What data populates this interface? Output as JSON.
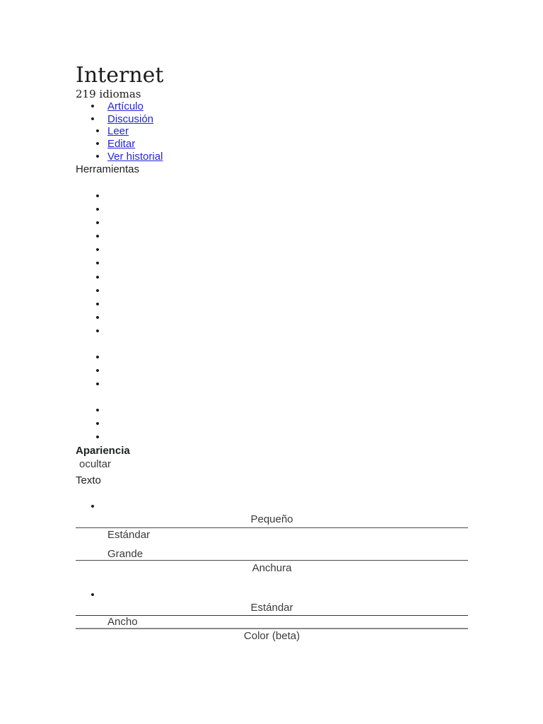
{
  "page": {
    "title": "Internet",
    "languages_label": "219 idiomas"
  },
  "nav": {
    "namespace_links": [
      "Artículo",
      "Discusión"
    ],
    "view_links": [
      "Leer",
      "Editar",
      "Ver historial"
    ]
  },
  "tools": {
    "label": "Herramientas",
    "empty_bullet_groups": [
      11,
      3,
      3
    ]
  },
  "appearance": {
    "heading": "Apariencia",
    "hide_label": "ocultar",
    "text_section": {
      "label": "Texto",
      "empty_bullets": 1,
      "options": [
        "Pequeño",
        "Estándar",
        "Grande"
      ]
    },
    "width_section": {
      "label": "Anchura",
      "empty_bullets": 1,
      "options": [
        "Estándar",
        "Ancho"
      ]
    },
    "color_section": {
      "label": "Color (beta)"
    }
  },
  "colors": {
    "link": "#2424DB",
    "text": "#202122",
    "muted": "#3A3A3A",
    "rule": "#4A4A4A",
    "rule_thick": "#8A8A8A"
  }
}
